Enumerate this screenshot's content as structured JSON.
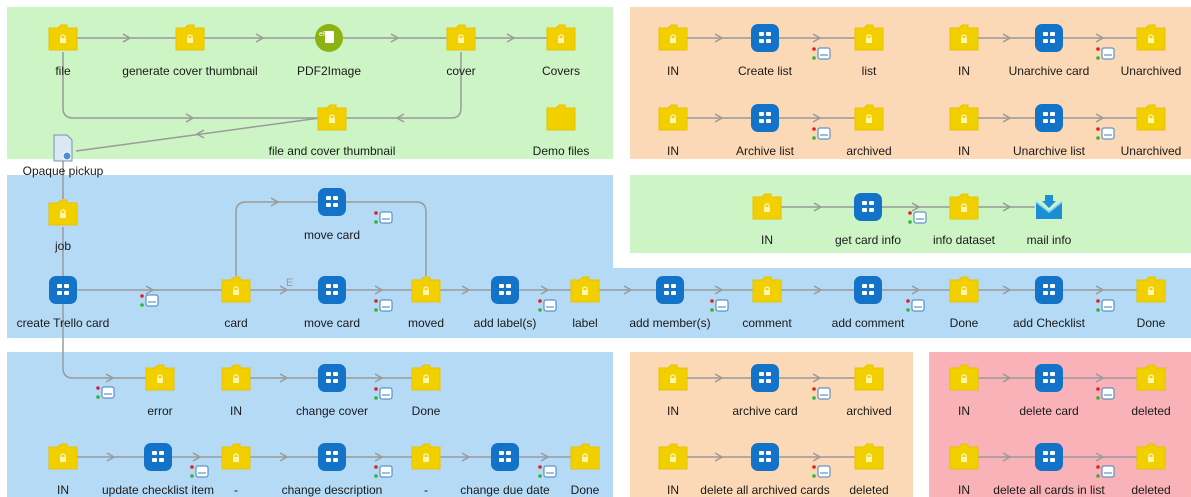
{
  "colors": {
    "green_region": "#cdf4c4",
    "orange_region": "#fcd9b6",
    "blue_region": "#b5daf6",
    "pink_region": "#f8b2b8",
    "folder": "#f2d000",
    "folder_tab": "#e6c200",
    "app": "#1273c8",
    "connector": "#9a9a9a"
  },
  "regions": [
    {
      "name": "top-left-green",
      "color": "green"
    },
    {
      "name": "top-right-orange",
      "color": "orange"
    },
    {
      "name": "mid-right-green",
      "color": "green"
    },
    {
      "name": "mid-blue",
      "color": "blue"
    },
    {
      "name": "mid-blue-extension",
      "color": "blue"
    },
    {
      "name": "bottom-left-blue",
      "color": "blue"
    },
    {
      "name": "bottom-mid-orange",
      "color": "orange"
    },
    {
      "name": "bottom-right-pink",
      "color": "pink"
    }
  ],
  "nodes": {
    "file": {
      "label": "file",
      "type": "folder"
    },
    "gen_thumb": {
      "label": "generate cover thumbnail",
      "type": "folder"
    },
    "pdf2image": {
      "label": "PDF2Image",
      "type": "pdf-app"
    },
    "cover": {
      "label": "cover",
      "type": "folder"
    },
    "covers": {
      "label": "Covers",
      "type": "folder"
    },
    "file_cover_thumb": {
      "label": "file and cover thumbnail",
      "type": "folder"
    },
    "demo_files": {
      "label": "Demo files",
      "type": "folder-plain"
    },
    "opaque_pickup": {
      "label": "Opaque pickup",
      "type": "document"
    },
    "job": {
      "label": "job",
      "type": "folder"
    },
    "create_trello": {
      "label": "create Trello card",
      "type": "app"
    },
    "card": {
      "label": "card",
      "type": "folder"
    },
    "move_card_top": {
      "label": "move card",
      "type": "app"
    },
    "move_card": {
      "label": "move card",
      "type": "app"
    },
    "moved": {
      "label": "moved",
      "type": "folder"
    },
    "add_labels": {
      "label": "add label(s)",
      "type": "app"
    },
    "label": {
      "label": "label",
      "type": "folder"
    },
    "add_members": {
      "label": "add member(s)",
      "type": "app"
    },
    "comment": {
      "label": "comment",
      "type": "folder"
    },
    "add_comment": {
      "label": "add comment",
      "type": "app"
    },
    "done1": {
      "label": "Done",
      "type": "folder"
    },
    "add_checklist": {
      "label": "add Checklist",
      "type": "app"
    },
    "done2": {
      "label": "Done",
      "type": "folder"
    },
    "in_create_list": {
      "label": "IN",
      "type": "folder"
    },
    "create_list": {
      "label": "Create list",
      "type": "app"
    },
    "list": {
      "label": "list",
      "type": "folder"
    },
    "in_unarchive_card": {
      "label": "IN",
      "type": "folder"
    },
    "unarchive_card": {
      "label": "Unarchive card",
      "type": "app"
    },
    "unarchived1": {
      "label": "Unarchived",
      "type": "folder"
    },
    "in_archive_list": {
      "label": "IN",
      "type": "folder"
    },
    "archive_list": {
      "label": "Archive list",
      "type": "app"
    },
    "archived1": {
      "label": "archived",
      "type": "folder"
    },
    "in_unarchive_list": {
      "label": "IN",
      "type": "folder"
    },
    "unarchive_list": {
      "label": "Unarchive list",
      "type": "app"
    },
    "unarchived2": {
      "label": "Unarchived",
      "type": "folder"
    },
    "in_get_info": {
      "label": "IN",
      "type": "folder"
    },
    "get_card_info": {
      "label": "get card info",
      "type": "app"
    },
    "info_dataset": {
      "label": "info dataset",
      "type": "folder"
    },
    "mail_info": {
      "label": "mail info",
      "type": "mail"
    },
    "error": {
      "label": "error",
      "type": "folder"
    },
    "in_change_cover": {
      "label": "IN",
      "type": "folder"
    },
    "change_cover": {
      "label": "change cover",
      "type": "app"
    },
    "done_cover": {
      "label": "Done",
      "type": "folder"
    },
    "in_checklist": {
      "label": "IN",
      "type": "folder"
    },
    "update_checklist": {
      "label": "update checklist item",
      "type": "app"
    },
    "dash1": {
      "label": "-",
      "type": "folder"
    },
    "change_desc": {
      "label": "change description",
      "type": "app"
    },
    "dash2": {
      "label": "-",
      "type": "folder"
    },
    "change_due": {
      "label": "change due date",
      "type": "app"
    },
    "done_due": {
      "label": "Done",
      "type": "folder"
    },
    "in_archive_card": {
      "label": "IN",
      "type": "folder"
    },
    "archive_card": {
      "label": "archive card",
      "type": "app"
    },
    "archived2": {
      "label": "archived",
      "type": "folder"
    },
    "in_delete_all": {
      "label": "IN",
      "type": "folder"
    },
    "delete_all_archived": {
      "label": "delete all archived cards",
      "type": "app"
    },
    "deleted1": {
      "label": "deleted",
      "type": "folder"
    },
    "in_delete_card": {
      "label": "IN",
      "type": "folder"
    },
    "delete_card": {
      "label": "delete card",
      "type": "app"
    },
    "deleted2": {
      "label": "deleted",
      "type": "folder"
    },
    "in_delete_list": {
      "label": "IN",
      "type": "folder"
    },
    "delete_all_in_list": {
      "label": "delete all cards in list",
      "type": "app"
    },
    "deleted3": {
      "label": "deleted",
      "type": "folder"
    }
  },
  "connection_labels": {
    "card_to_move_card": "E"
  }
}
